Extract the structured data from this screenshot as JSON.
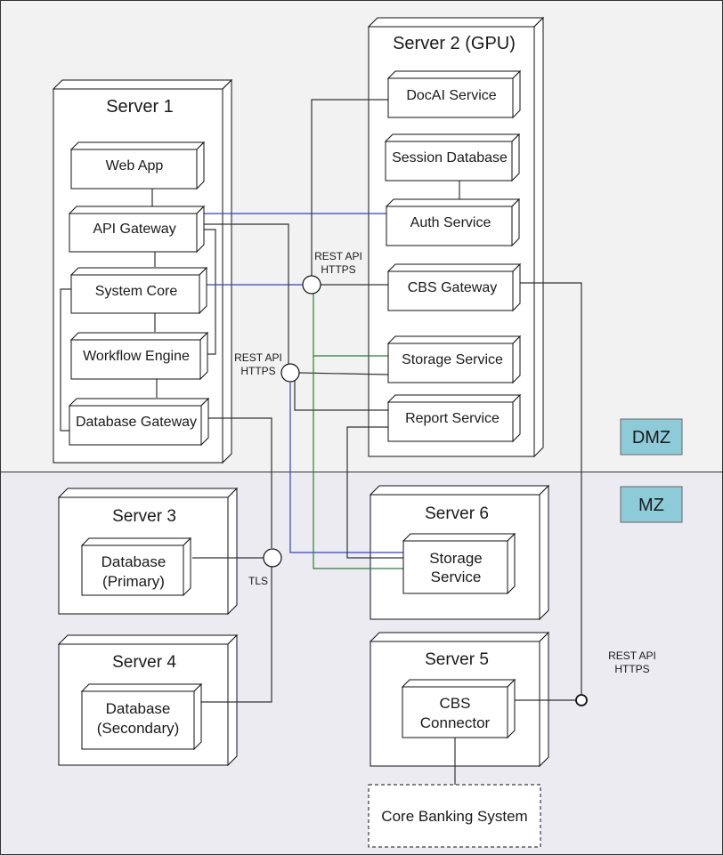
{
  "zones": {
    "dmz": {
      "label": "DMZ"
    },
    "mz": {
      "label": "MZ"
    }
  },
  "servers": {
    "server1": {
      "title": "Server 1"
    },
    "server2": {
      "title": "Server 2 (GPU)"
    },
    "server3": {
      "title": "Server 3"
    },
    "server4": {
      "title": "Server 4"
    },
    "server5": {
      "title": "Server 5"
    },
    "server6": {
      "title": "Server 6"
    }
  },
  "components": {
    "web_app": "Web App",
    "api_gateway": "API Gateway",
    "system_core": "System Core",
    "workflow_engine": "Workflow Engine",
    "database_gateway": "Database Gateway",
    "docai_service": "DocAI Service",
    "session_database": "Session Database",
    "auth_service": "Auth Service",
    "cbs_gateway": "CBS Gateway",
    "storage_service": "Storage Service",
    "report_service": "Report Service",
    "database_primary": [
      "Database",
      "(Primary)"
    ],
    "database_secondary": [
      "Database",
      "(Secondary)"
    ],
    "storage_service_mz": [
      "Storage",
      "Service"
    ],
    "cbs_connector": [
      "CBS",
      "Connector"
    ],
    "core_banking_system": "Core Banking System"
  },
  "interfaces": {
    "rest_api_1": [
      "REST API",
      "HTTPS"
    ],
    "rest_api_2": [
      "REST API",
      "HTTPS"
    ],
    "rest_api_3": [
      "REST API",
      "HTTPS"
    ],
    "tls": "TLS"
  },
  "colors": {
    "dmz_bg": "#f2f2f2",
    "mz_bg": "#edebf2",
    "zone_tag": "#8ecbd8",
    "line_dark": "#333333",
    "line_blue": "#3344bb",
    "line_green": "#2e7d32"
  }
}
